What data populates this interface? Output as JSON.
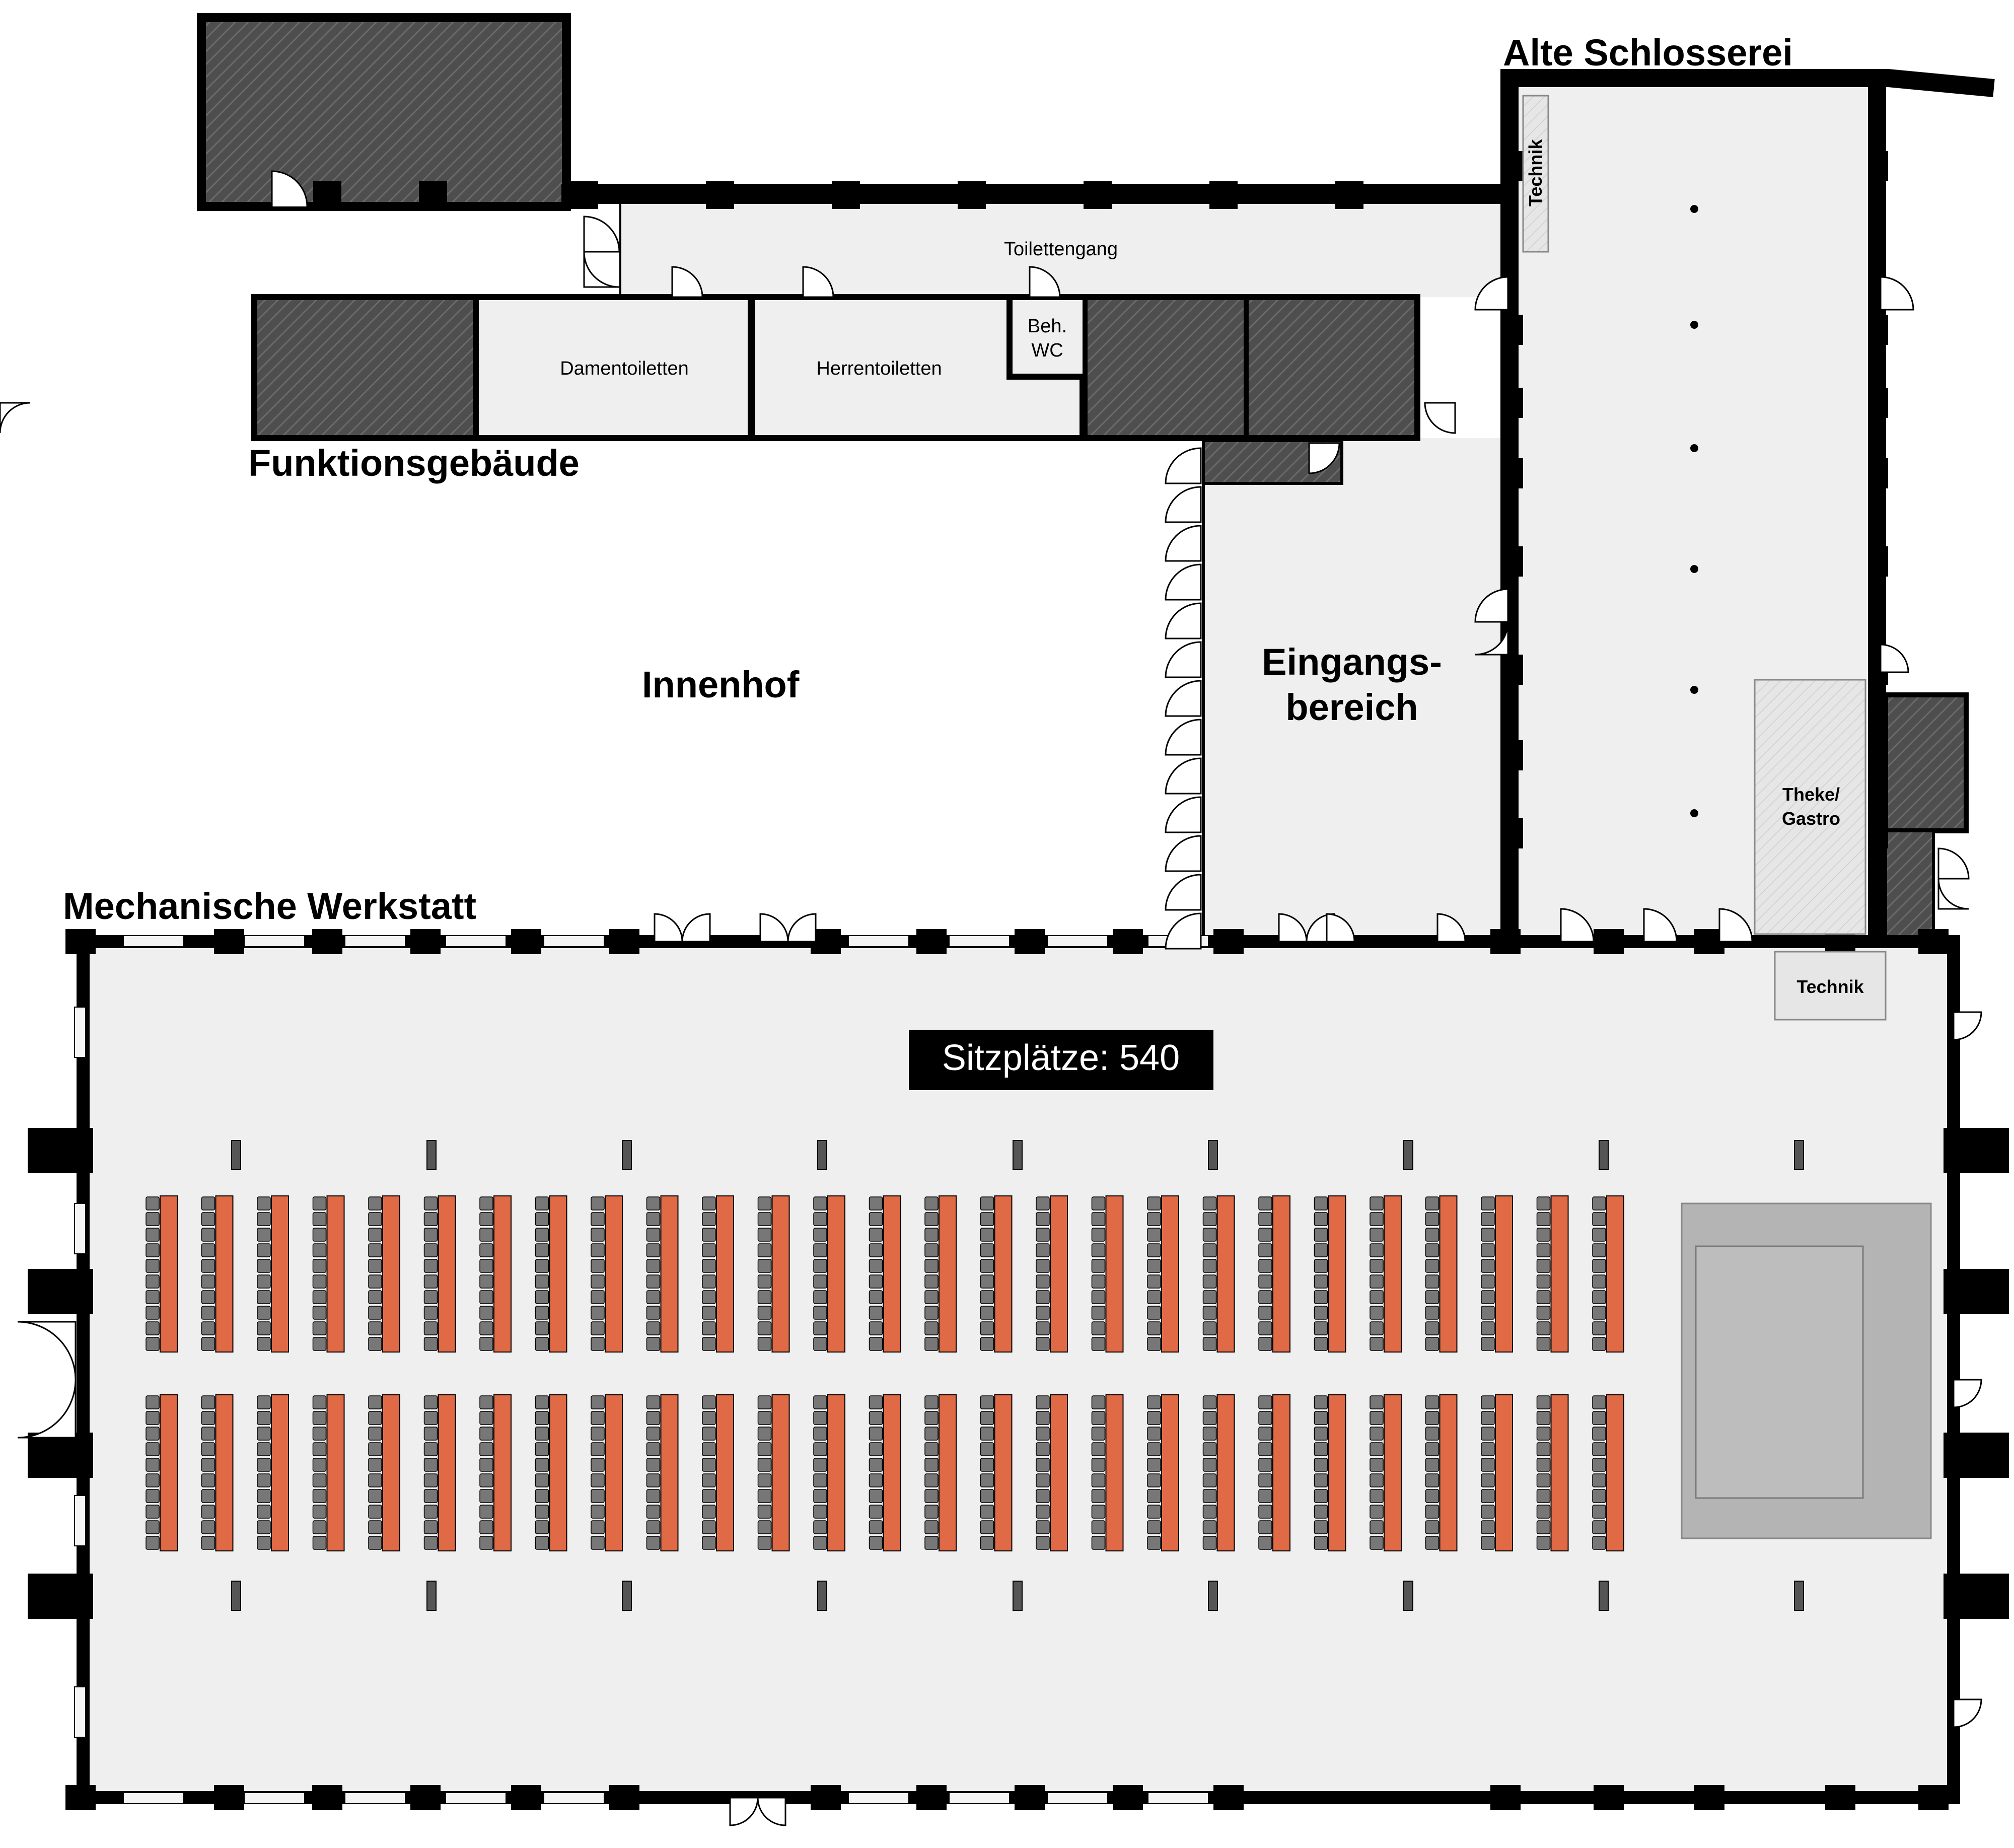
{
  "labels": {
    "alte_schlosserei": "Alte Schlosserei",
    "funktionsgebaeude": "Funktionsgebäude",
    "innenhof": "Innenhof",
    "eingangsbereich_1": "Eingangs-",
    "eingangsbereich_2": "bereich",
    "mechanische_werkstatt": "Mechanische Werkstatt",
    "toilettengang": "Toilettengang",
    "damentoiletten": "Damentoiletten",
    "herrentoiletten": "Herrentoiletten",
    "beh_wc_1": "Beh.",
    "beh_wc_2": "WC",
    "technik_top": "Technik",
    "technik_bottom": "Technik",
    "theke_1": "Theke/",
    "theke_2": "Gastro",
    "sitzplaetze": "Sitzplätze: 540"
  },
  "seating": {
    "total": 540,
    "blocks": 2,
    "columns_per_block": 27,
    "seats_per_column": 10
  },
  "colors": {
    "wall": "#000000",
    "floor": "#efefef",
    "hatched_room": "#555555",
    "seat_table": "#e06a45",
    "chair": "#777777",
    "stage": "#b4b4b4",
    "label_box": "#000000"
  }
}
